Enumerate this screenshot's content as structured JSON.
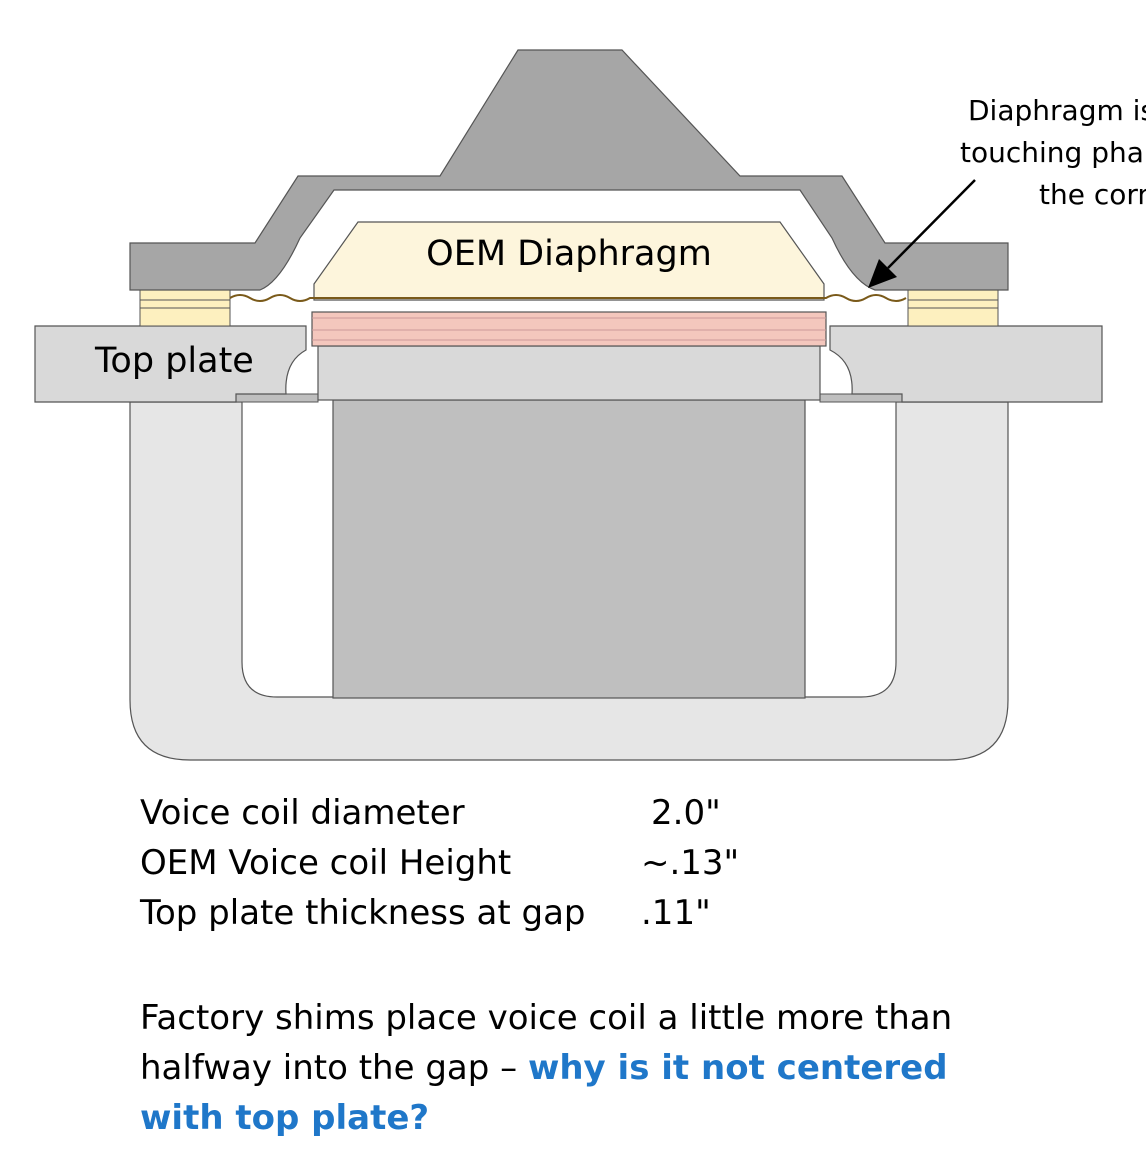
{
  "diagram": {
    "diaphragm_label": "OEM Diaphragm",
    "top_plate_label": "Top plate",
    "callout_lines": [
      "Diaphragm is",
      "touching pha",
      "the corn"
    ]
  },
  "specs": [
    {
      "label": "Voice coil diameter",
      "value": "2.0\""
    },
    {
      "label": "OEM Voice coil Height",
      "value": "~.13\""
    },
    {
      "label": "Top plate thickness at gap",
      "value": ".11\""
    }
  ],
  "note": {
    "text": "Factory shims place voice coil a little more than halfway into the gap – ",
    "highlight": "why is it not centered with top plate?"
  },
  "colors": {
    "phase_plug": "#a6a6a6",
    "diaphragm": "#fdf5dc",
    "voice_coil": "#f4c7bd",
    "pole_piece": "#bfbfbf",
    "top_plate": "#d9d9d9",
    "highlight_text": "#1f77c9"
  }
}
